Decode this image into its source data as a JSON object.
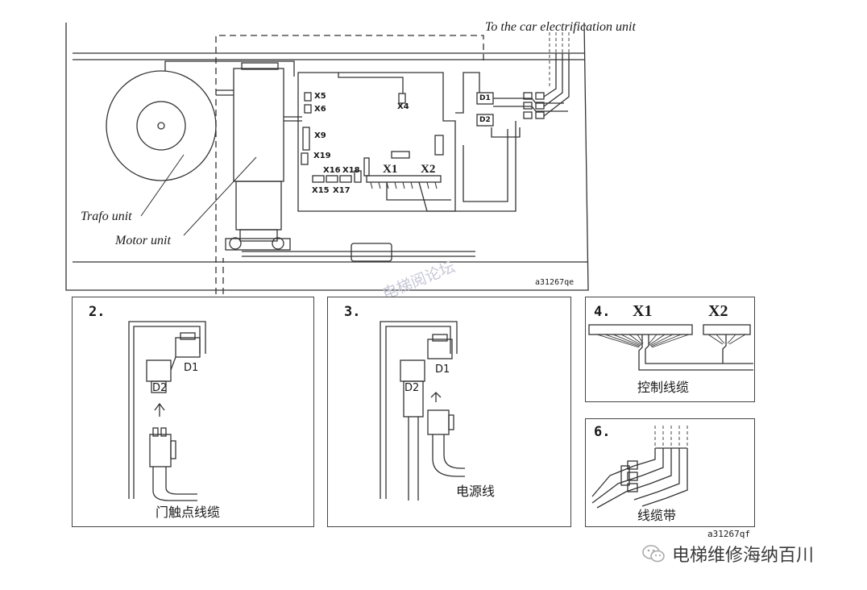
{
  "main": {
    "top_label": "To the car electrification unit",
    "trafo_label": "Trafo unit",
    "motor_label": "Motor unit",
    "ref_code": "a31267qe",
    "connectors": {
      "x5": "X5",
      "x6": "X6",
      "x9": "X9",
      "x19": "X19",
      "x4": "X4",
      "x16": "X16",
      "x18": "X18",
      "x15": "X15",
      "x17": "X17",
      "x1": "X1",
      "x2": "X2",
      "d1": "D1",
      "d2": "D2"
    }
  },
  "panels": {
    "p2": {
      "number": "2.",
      "d1": "D1",
      "d2": "D2",
      "caption": "门触点线缆"
    },
    "p3": {
      "number": "3.",
      "d1": "D1",
      "d2": "D2",
      "caption": "电源线"
    },
    "p4": {
      "number": "4.",
      "x1": "X1",
      "x2": "X2",
      "caption": "控制线缆"
    },
    "p6": {
      "number": "6.",
      "caption": "线缆带"
    }
  },
  "ref_code_2": "a31267qf",
  "watermark_center": "电梯阅论坛",
  "watermark_brand": "电梯维修海纳百川"
}
